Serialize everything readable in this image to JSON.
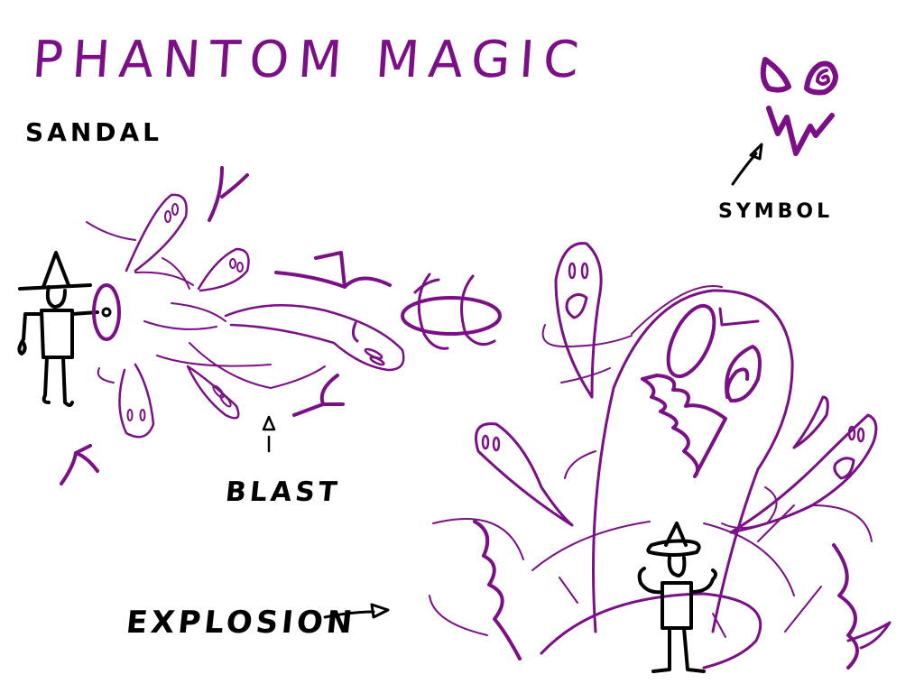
{
  "title": "PHANTOM MAGIC",
  "labels": {
    "sandal": "SANDAL",
    "symbol": "SYMBOL",
    "blast": "BLAST",
    "explosion": "EXPLOSION"
  },
  "colors": {
    "background": "#ffffff",
    "magic_purple": "#7b0f86",
    "ink_black": "#000000"
  },
  "elements": {
    "caster_figure": "stick figure wizard in pointed hat, arm outstretched",
    "blast_cone": "stream of ghosts blasting from the hand",
    "ring_symbol": "orbiting ring glyph",
    "symbol_face": "ghost face symbol with swirl eye and zigzag mouth",
    "giant_ghost": "large screaming ghost rising from explosion",
    "explosion_figure": "stick figure wizard at centre of explosion"
  }
}
